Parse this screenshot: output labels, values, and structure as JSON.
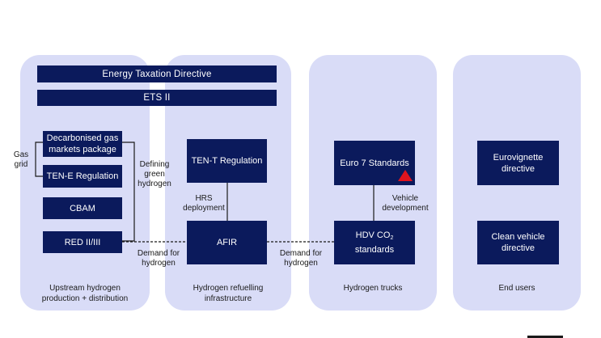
{
  "boxes": {
    "energy_taxation": "Energy Taxation Directive",
    "ets": "ETS II",
    "decarbonised_gas_line1": "Decarbonised gas",
    "decarbonised_gas_line2": "markets package",
    "ten_e": "TEN-E Regulation",
    "cbam": "CBAM",
    "red": "RED II/III",
    "ten_t": "TEN-T Regulation",
    "afir": "AFIR",
    "euro7": "Euro 7 Standards",
    "hdv_line1_pre": "HDV CO",
    "hdv_sub": "2",
    "hdv_line2": "standards",
    "eurovignette_line1": "Eurovignette",
    "eurovignette_line2": "directive",
    "clean_vehicle_line1": "Clean vehicle",
    "clean_vehicle_line2": "directive"
  },
  "labels": {
    "gas_grid_line1": "Gas",
    "gas_grid_line2": "grid",
    "defining_line1": "Defining",
    "defining_line2": "green",
    "defining_line3": "hydrogen",
    "hrs_line1": "HRS",
    "hrs_line2": "deployment",
    "vehicle_line1": "Vehicle",
    "vehicle_line2": "development",
    "demand1_line1": "Demand for",
    "demand1_line2": "hydrogen",
    "demand2_line1": "Demand for",
    "demand2_line2": "hydrogen"
  },
  "columns": {
    "upstream_line1": "Upstream hydrogen",
    "upstream_line2": "production + distribution",
    "refuelling_line1": "Hydrogen refuelling",
    "refuelling_line2": "infrastructure",
    "trucks": "Hydrogen trucks",
    "end_users": "End users"
  },
  "colors": {
    "panel": "#d9dcf7",
    "box": "#0b1a5c",
    "marker": "#e0141e"
  },
  "marker_icon": "red-triangle-icon"
}
